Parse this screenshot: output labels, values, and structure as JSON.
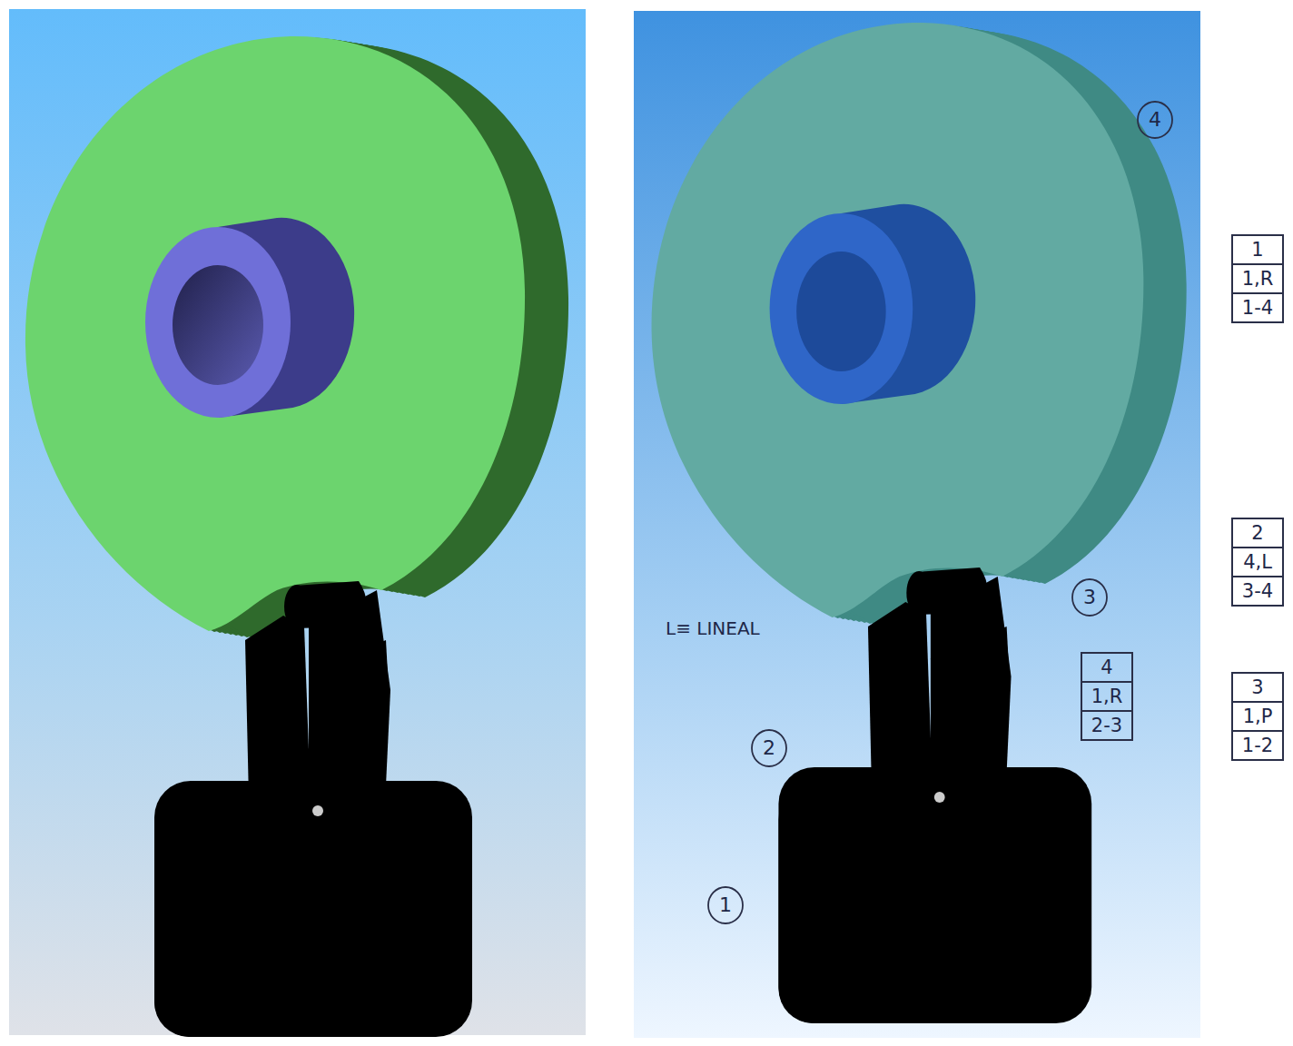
{
  "diagram": {
    "nodes": [
      {
        "text": [
          "4"
        ]
      },
      {
        "text": [
          "1",
          "1,R",
          "1-4"
        ]
      },
      {
        "text": [
          "3"
        ]
      },
      {
        "text": [
          "2",
          "4,L",
          "3-4"
        ]
      },
      {
        "text": [
          "4",
          "1,R",
          "2-3"
        ]
      },
      {
        "text": [
          "2"
        ]
      },
      {
        "text": [
          "3",
          "1,P",
          "1-2"
        ]
      },
      {
        "text": [
          "1"
        ]
      }
    ],
    "labels": [
      "L≡ LINEAL"
    ]
  }
}
